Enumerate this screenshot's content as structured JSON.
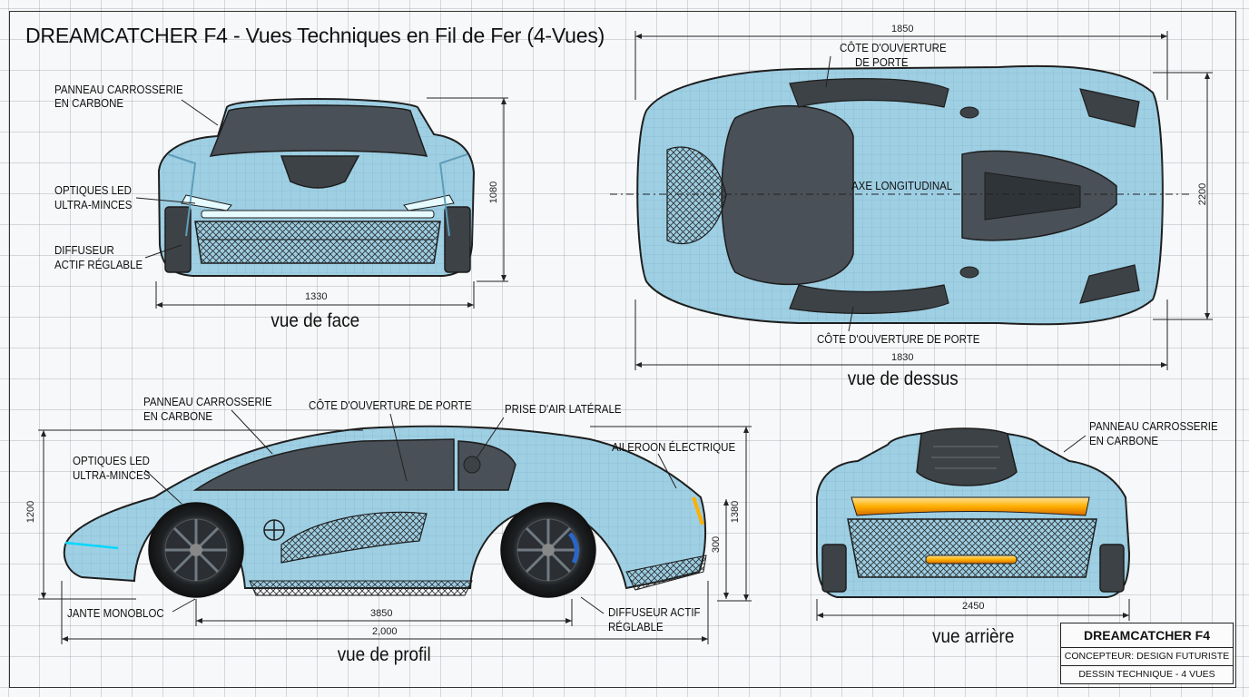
{
  "title": "DREAMCATCHER F4 - Vues Techniques en Fil de Fer (4-Vues)",
  "views": {
    "front": {
      "caption": "vue de face",
      "labels": [
        "PANNEAU CARROSSERIE\nEN CARBONE",
        "OPTIQUES LED\nULTRA-MINCES",
        "DIFFUSEUR\nACTIF RÉGLABLE"
      ],
      "dims": {
        "width": "1330",
        "height": "1080"
      }
    },
    "top": {
      "caption": "vue de dessus",
      "labels": {
        "door_top": "CÔTE D'OUVERTURE\nDE PORTE",
        "axis": "AXE LONGITUDINAL",
        "door_bottom": "CÔTE D'OUVERTURE DE PORTE"
      },
      "dims": {
        "top": "1850",
        "bottom": "1830",
        "right": "2200"
      }
    },
    "side": {
      "caption": "vue de profil",
      "labels": {
        "carbon": "PANNEAU CARROSSERIE\nEN CARBONE",
        "door": "CÔTE D'OUVERTURE DE PORTE",
        "intake": "PRISE D'AIR LATÉRALE",
        "wing": "AILEROON ÉLECTRIQUE",
        "led": "OPTIQUES LED\nULTRA-MINCES",
        "wheel": "JANTE MONOBLOC",
        "diffuser": "DIFFUSEUR ACTIF\nRÉGLABLE"
      },
      "dims": {
        "height_left": "1200",
        "wheelbase": "3850",
        "overall": "2,000",
        "height_right": "1380",
        "rear_small": "300"
      }
    },
    "rear": {
      "caption": "vue arrière",
      "labels": {
        "carbon": "PANNEAU CARROSSERIE\nEN CARBONE"
      },
      "dims": {
        "width": "2450"
      }
    }
  },
  "title_block": {
    "name": "DREAMCATCHER F4",
    "designer": "CONCEPTEUR: DESIGN FUTURISTE",
    "drawing": "DESSIN TECHNIQUE - 4 VUES"
  },
  "colors": {
    "body": "#9fcfe3",
    "body_dark": "#5f9db9",
    "carbon": "#3d4246",
    "glass": "#4a5057",
    "led_white": "#e6fbff",
    "led_amber": "#ffb000",
    "line": "#1d1d1d"
  }
}
